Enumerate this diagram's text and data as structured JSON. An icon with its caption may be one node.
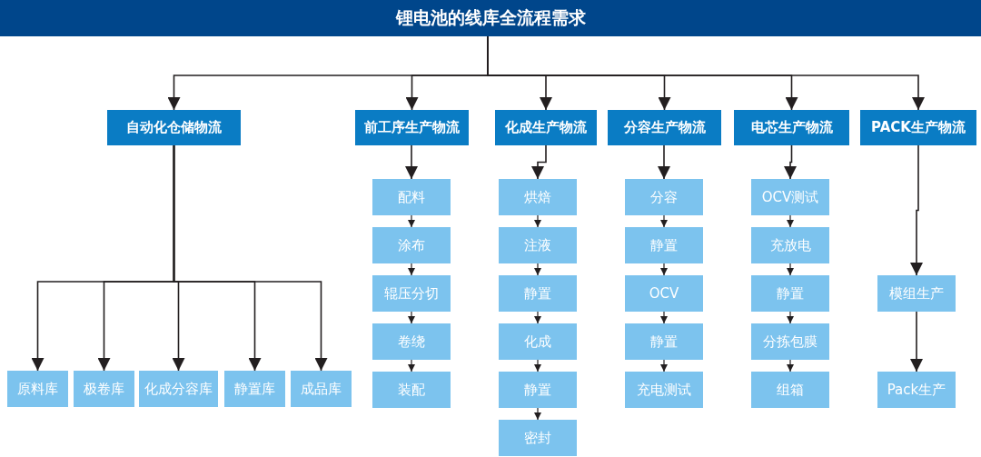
{
  "diagram": {
    "nodes": [
      {
        "text": [
          "锂电池的线库全流程需求"
        ]
      },
      {
        "text": [
          "自动化仓储物流"
        ]
      },
      {
        "text": [
          "前工序生产物流"
        ]
      },
      {
        "text": [
          "化成生产物流"
        ]
      },
      {
        "text": [
          "分容生产物流"
        ]
      },
      {
        "text": [
          "电芯生产物流"
        ]
      },
      {
        "text": [
          "PACK生产物流"
        ]
      },
      {
        "text": [
          "原料库"
        ]
      },
      {
        "text": [
          "极卷库"
        ]
      },
      {
        "text": [
          "化成分容库"
        ]
      },
      {
        "text": [
          "静置库"
        ]
      },
      {
        "text": [
          "成品库"
        ]
      },
      {
        "text": [
          "配料"
        ]
      },
      {
        "text": [
          "涂布"
        ]
      },
      {
        "text": [
          "辊压分切"
        ]
      },
      {
        "text": [
          "卷绕"
        ]
      },
      {
        "text": [
          "装配"
        ]
      },
      {
        "text": [
          "烘焙"
        ]
      },
      {
        "text": [
          "注液"
        ]
      },
      {
        "text": [
          "静置"
        ]
      },
      {
        "text": [
          "化成"
        ]
      },
      {
        "text": [
          "静置"
        ]
      },
      {
        "text": [
          "密封"
        ]
      },
      {
        "text": [
          "分容"
        ]
      },
      {
        "text": [
          "静置"
        ]
      },
      {
        "text": [
          "OCV"
        ]
      },
      {
        "text": [
          "静置"
        ]
      },
      {
        "text": [
          "充电测试"
        ]
      },
      {
        "text": [
          "OCV测试"
        ]
      },
      {
        "text": [
          "充放电"
        ]
      },
      {
        "text": [
          "静置"
        ]
      },
      {
        "text": [
          "分拣包膜"
        ]
      },
      {
        "text": [
          "组箱"
        ]
      },
      {
        "text": [
          "模组生产"
        ]
      },
      {
        "text": [
          "Pack生产"
        ]
      }
    ],
    "edges": [
      {
        "from": 0,
        "to": 1,
        "arrow": "to"
      },
      {
        "from": 0,
        "to": 2,
        "arrow": "to"
      },
      {
        "from": 0,
        "to": 3,
        "arrow": "to"
      },
      {
        "from": 0,
        "to": 4,
        "arrow": "to"
      },
      {
        "from": 0,
        "to": 5,
        "arrow": "to"
      },
      {
        "from": 0,
        "to": 6,
        "arrow": "to"
      },
      {
        "from": 1,
        "to": 7,
        "arrow": "to"
      },
      {
        "from": 1,
        "to": 8,
        "arrow": "to"
      },
      {
        "from": 1,
        "to": 9,
        "arrow": "to"
      },
      {
        "from": 1,
        "to": 10,
        "arrow": "to"
      },
      {
        "from": 1,
        "to": 11,
        "arrow": "to"
      },
      {
        "from": 2,
        "to": 12,
        "arrow": "to"
      },
      {
        "from": 12,
        "to": 13,
        "arrow": "to"
      },
      {
        "from": 13,
        "to": 14,
        "arrow": "to"
      },
      {
        "from": 14,
        "to": 15,
        "arrow": "to"
      },
      {
        "from": 15,
        "to": 16,
        "arrow": "to"
      },
      {
        "from": 3,
        "to": 17,
        "arrow": "to"
      },
      {
        "from": 17,
        "to": 18,
        "arrow": "to"
      },
      {
        "from": 18,
        "to": 19,
        "arrow": "to"
      },
      {
        "from": 19,
        "to": 20,
        "arrow": "to"
      },
      {
        "from": 20,
        "to": 21,
        "arrow": "to"
      },
      {
        "from": 21,
        "to": 22,
        "arrow": "to"
      },
      {
        "from": 4,
        "to": 23,
        "arrow": "to"
      },
      {
        "from": 23,
        "to": 24,
        "arrow": "to"
      },
      {
        "from": 24,
        "to": 25,
        "arrow": "to"
      },
      {
        "from": 25,
        "to": 26,
        "arrow": "to"
      },
      {
        "from": 26,
        "to": 27,
        "arrow": "to"
      },
      {
        "from": 5,
        "to": 28,
        "arrow": "to"
      },
      {
        "from": 28,
        "to": 29,
        "arrow": "to"
      },
      {
        "from": 29,
        "to": 30,
        "arrow": "to"
      },
      {
        "from": 30,
        "to": 31,
        "arrow": "to"
      },
      {
        "from": 31,
        "to": 32,
        "arrow": "to"
      },
      {
        "from": 6,
        "to": 33,
        "arrow": "to"
      },
      {
        "from": 33,
        "to": 34,
        "arrow": "to"
      }
    ]
  }
}
